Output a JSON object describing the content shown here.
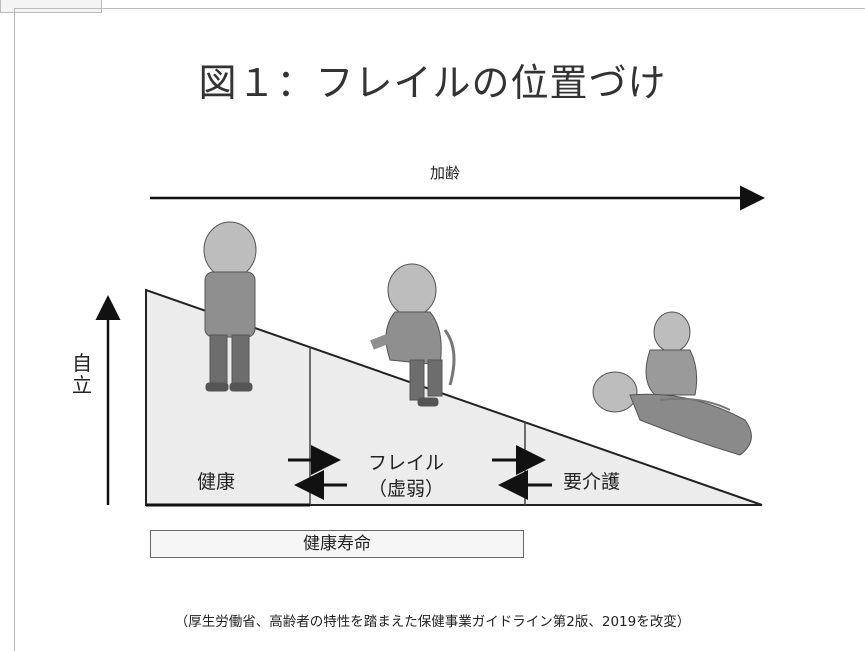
{
  "title": "図１：フレイルの位置づけ",
  "horizontal_axis_label": "加齢",
  "vertical_axis_label": "自立",
  "stages": {
    "healthy": "健康",
    "frail_line1": "フレイル",
    "frail_line2": "（虚弱）",
    "care": "要介護"
  },
  "healthy_life_label": "健康寿命",
  "source": "（厚生労働省、高齢者の特性を踏まえた保健事業ガイドライン第2版、2019を改変）",
  "colors": {
    "line": "#111111",
    "triangle_fill": "#ececec",
    "figure": "#8a8a8a"
  }
}
